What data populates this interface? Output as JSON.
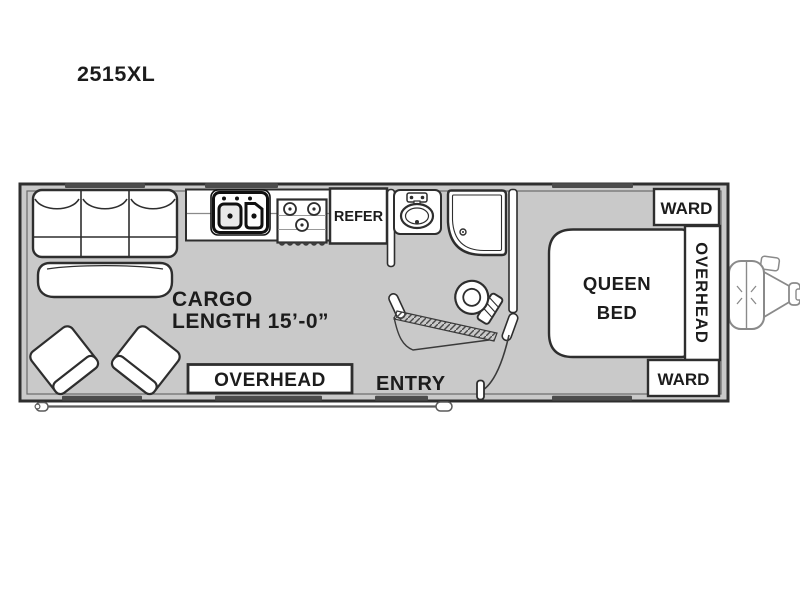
{
  "page": {
    "title_model": "2515XL",
    "background": "#ffffff"
  },
  "colors": {
    "floor": "#c9c9c9",
    "wall_outline": "#2e2e2e",
    "inner_wall_line": "#6b6b6b",
    "fixture_fill": "#ffffff",
    "window_bar": "#4c4c4c",
    "hitch_line": "#8a8a8a",
    "label_text": "#1c1c1c"
  },
  "floorplan": {
    "labels": {
      "cargo_line1": "CARGO",
      "cargo_line2": "LENGTH 15’-0”",
      "overhead_cabinet": "OVERHEAD",
      "entry": "ENTRY",
      "refrigerator": "REFER",
      "bed_line1": "QUEEN",
      "bed_line2": "BED",
      "wardrobe_top": "WARD",
      "wardrobe_bottom": "WARD",
      "overhead_bedside": "OVERHEAD"
    }
  }
}
